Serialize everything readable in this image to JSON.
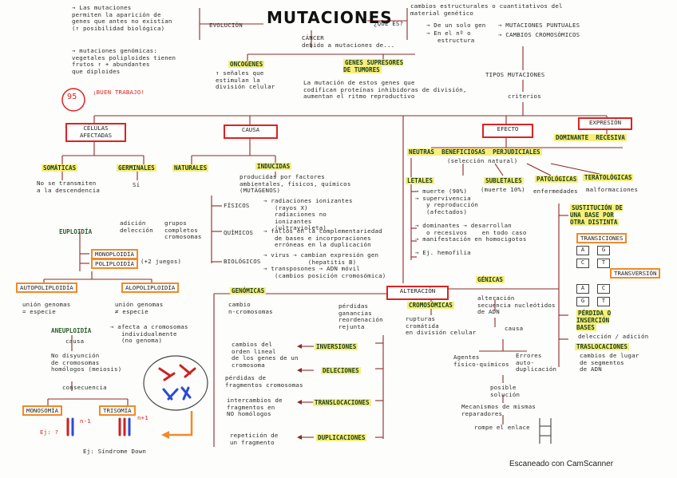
{
  "title": "MUTACIONES",
  "footer": "Escaneado con CamScanner",
  "page_number": "95",
  "buen_trabajo": "¡BUEN TRABAJO!",
  "top": {
    "left_notes_1": "→ Las mutaciones\npermiten la aparición de\ngenes que antes no existían\n(↑ posibilidad biológica)",
    "left_notes_2": "→ mutaciones genómicas:\nvegetales poliploides tienen\nfrutos ↑ + abundantes\nque diploides",
    "evolucion": "EVOLUCIÓN",
    "que_es": "¿QUÉ ES?",
    "definicion": "cambios estructurales o cuantitativos del\nmaterial genético",
    "un_gen": "→ De un solo gen",
    "en_estructura": "→ En el nº o\n   estructura",
    "puntuales": "→ MUTACIONES PUNTUALES",
    "cromosomicos": "→ CAMBIOS CROMOSÓMICOS",
    "cancer": "CÁNCER\ndebido a mutaciones de...",
    "oncogenes": "ONCOGENES",
    "oncogenes_desc": "↑ señales que\nestimulan la\ndivisión celular",
    "supresores": "GENES SUPRESORES\nDE TUMORES",
    "supresores_desc": "La mutación de estos genes que\ncodifican proteínas inhibidoras de división,\naumentan el ritmo reproductivo",
    "tipos": "TIPOS MUTACIONES",
    "criterios": "criterios"
  },
  "celulas": {
    "box": "CÉLULAS\nAFECTADAS",
    "somaticas": "SOMÁTICAS",
    "somaticas_desc": "No se transmiten\na la descendencia",
    "germinales": "GERMINALES",
    "germinales_desc": "Sí"
  },
  "causa": {
    "box": "CAUSA",
    "naturales": "NATURALES",
    "inducidas": "INDUCIDAS",
    "inducidas_desc": "producidas por factores\nambientales, físicos, químicos\n(MUTÁGENOS)",
    "fisicos": "FÍSICOS",
    "fisicos_desc": "→ radiaciones ionizantes\n   (rayos X)\n   radiaciones no\n   ionizantes\n   (ultravioleta)",
    "quimicos": "QUÍMICOS",
    "quimicos_desc": "→ fallos en la complementariedad\n   de bases e incorporaciones\n   erróneas en la duplicación",
    "biologicos": "BIOLÓGICOS",
    "biologicos_desc": "→ virus → cambian expresión gen\n            (hepatitis B)\n→ transposones → ADN móvil\n   (cambios posición cromosómica)"
  },
  "efecto": {
    "box": "EFECTO",
    "categorias": "NEUTRAS  BENEFICIOSAS  PERJUDICIALES",
    "seleccion": "(selección natural)",
    "letales": "LETALES",
    "letales_desc": "→ muerte (90%)\n→ supervivencia\n   y reproducción\n   (afectados)\n\n→ dominantes → desarrollan\n   o recesivos    en todo caso\n→ manifestación en homocigotos\n\n→ Ej. hemofilia",
    "subletales": "SUBLETALES",
    "subletales_desc": "(muerte 10%)",
    "patologicas": "PATOLÓGICAS",
    "patologicas_desc": "enfermedades",
    "teratologicas": "TERATOLÓGICAS",
    "teratologicas_desc": "malformaciones"
  },
  "expresion": {
    "box": "EXPRESIÓN",
    "dominante_recesiva": "DOMINANTE  RECESIVA"
  },
  "genomicas": {
    "euploidia": "EUPLOIDÍA",
    "euploidia_desc": "adición\ndelección",
    "grupos": "grupos\ncompletos\ncromosomas",
    "monoploidia": "MONOPLOIDÍA",
    "poliploidia": "POLIPLOIDÍA",
    "juegos": "(+2 juegos)",
    "autopoliploidia": "AUTOPOLIPLOIDÍA",
    "alopoliploidia": "ALOPOLIPLOIDÍA",
    "auto_desc": "unión genomas\n= especie",
    "alo_desc": "unión genomas\n≠ especie",
    "aneuploidia": "ANEUPLOIDÍA",
    "aneuploidia_desc": "→ afecta a cromosomas\n   individualmente\n   (no genoma)",
    "causa_label": "causa",
    "no_disyuncion": "No disyunción\nde cromosomas\nhomólogos (meiosis)",
    "consecuencia": "consecuencia",
    "monosomia": "MONOSOMÍA",
    "trisomia": "TRISOMÍA",
    "monosomia_formula": "n-1",
    "trisomia_formula": "n+1",
    "ejemplo": "Ej: Síndrome Down",
    "ej_short": "Ej: ?"
  },
  "alteracion": {
    "box": "ALTERACIÓN",
    "genomicas": "GENÓMICAS",
    "genomicas_desc": "cambio\nn-cromosomas",
    "cromosomicas": "CROMOSÓMICAS",
    "perdidas": "pérdidas\nganancias\nreordenación\nrejunta",
    "rupturas": "rupturas\ncromátida\nen división celular",
    "genicas": "GÉNICAS",
    "genicas_desc": "alteración\nsecuencia nucleótidos\nde ADN",
    "inversiones": "INVERSIONES",
    "inversiones_desc": "cambios del\norden lineal\nde los genes de un\ncromosoma",
    "deleciones": "DELECIONES",
    "deleciones_desc": "pérdidas de\nfragmentos cromosomas",
    "translocaciones": "TRANSLOCACIONES",
    "translocaciones_desc": "intercambios de\nfragmentos en\nNO homólogos",
    "duplicaciones": "DUPLICACIONES",
    "duplicaciones_desc": "repetición de\nun fragmento",
    "causa_label": "causa",
    "agentes": "Agentes\nfísico-químicos",
    "errores": "Errores\nauto-\nduplicación",
    "posible_solucion": "posible\nsolución",
    "mecanismos": "Mecanismos de mismas\nreparadores",
    "rompe": "rompe el enlace",
    "sustitucion": "SUSTITUCIÓN DE\nUNA BASE POR\nOTRA DISTINTA",
    "transiciones": "TRANSICIONES",
    "transversiones": "TRANSVERSIÓN",
    "perdida_insercion": "PÉRDIDA O\nINSERCIÓN\nBASES",
    "delecion_adicion": "delección / adición",
    "traslocaciones": "TRASLOCACIONES",
    "cambios_lugar": "cambios de lugar\nde segmentos\nde ADN",
    "bases": [
      "A",
      "G",
      "C",
      "T",
      "A",
      "C",
      "G",
      "T"
    ]
  }
}
